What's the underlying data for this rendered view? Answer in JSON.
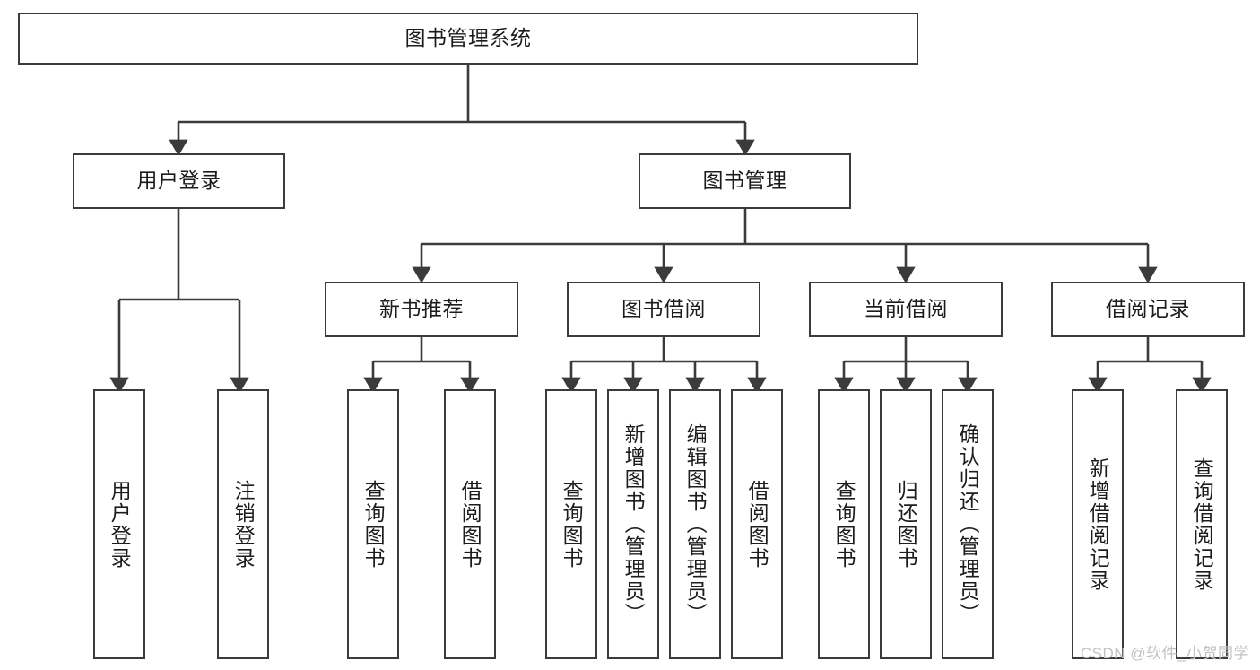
{
  "diagram": {
    "title": "图书管理系统",
    "watermark": "CSDN @软件_小贺同学",
    "line_color": "#3b3b3b",
    "box_border_color": "#3b3b3b",
    "background_color": "#ffffff",
    "text_color": "#1c1c1c"
  },
  "nodes": {
    "root": {
      "label": "图书管理系统",
      "level": 1
    },
    "l2": [
      {
        "id": "user-login",
        "label": "用户登录"
      },
      {
        "id": "book-manage",
        "label": "图书管理"
      }
    ],
    "l3": [
      {
        "id": "new-book-recommend",
        "label": "新书推荐"
      },
      {
        "id": "book-borrow",
        "label": "图书借阅"
      },
      {
        "id": "current-borrow",
        "label": "当前借阅"
      },
      {
        "id": "borrow-record",
        "label": "借阅记录"
      }
    ],
    "leaves": {
      "user-login": [
        {
          "id": "leaf-user-login",
          "label": "用户登录"
        },
        {
          "id": "leaf-logout-login",
          "label": "注销登录"
        }
      ],
      "new-book-recommend": [
        {
          "id": "leaf-query-book-1",
          "label": "查询图书"
        },
        {
          "id": "leaf-borrow-book-1",
          "label": "借阅图书"
        }
      ],
      "book-borrow": [
        {
          "id": "leaf-query-book-2",
          "label": "查询图书"
        },
        {
          "id": "leaf-add-book",
          "label": "新增图书（管理员）"
        },
        {
          "id": "leaf-edit-book",
          "label": "编辑图书（管理员）"
        },
        {
          "id": "leaf-borrow-book-2",
          "label": "借阅图书"
        }
      ],
      "current-borrow": [
        {
          "id": "leaf-query-book-3",
          "label": "查询图书"
        },
        {
          "id": "leaf-return-book",
          "label": "归还图书"
        },
        {
          "id": "leaf-confirm-return",
          "label": "确认归还（管理员）"
        }
      ],
      "borrow-record": [
        {
          "id": "leaf-add-borrow-record",
          "label": "新增借阅记录"
        },
        {
          "id": "leaf-query-borrow-record",
          "label": "查询借阅记录"
        }
      ]
    }
  }
}
